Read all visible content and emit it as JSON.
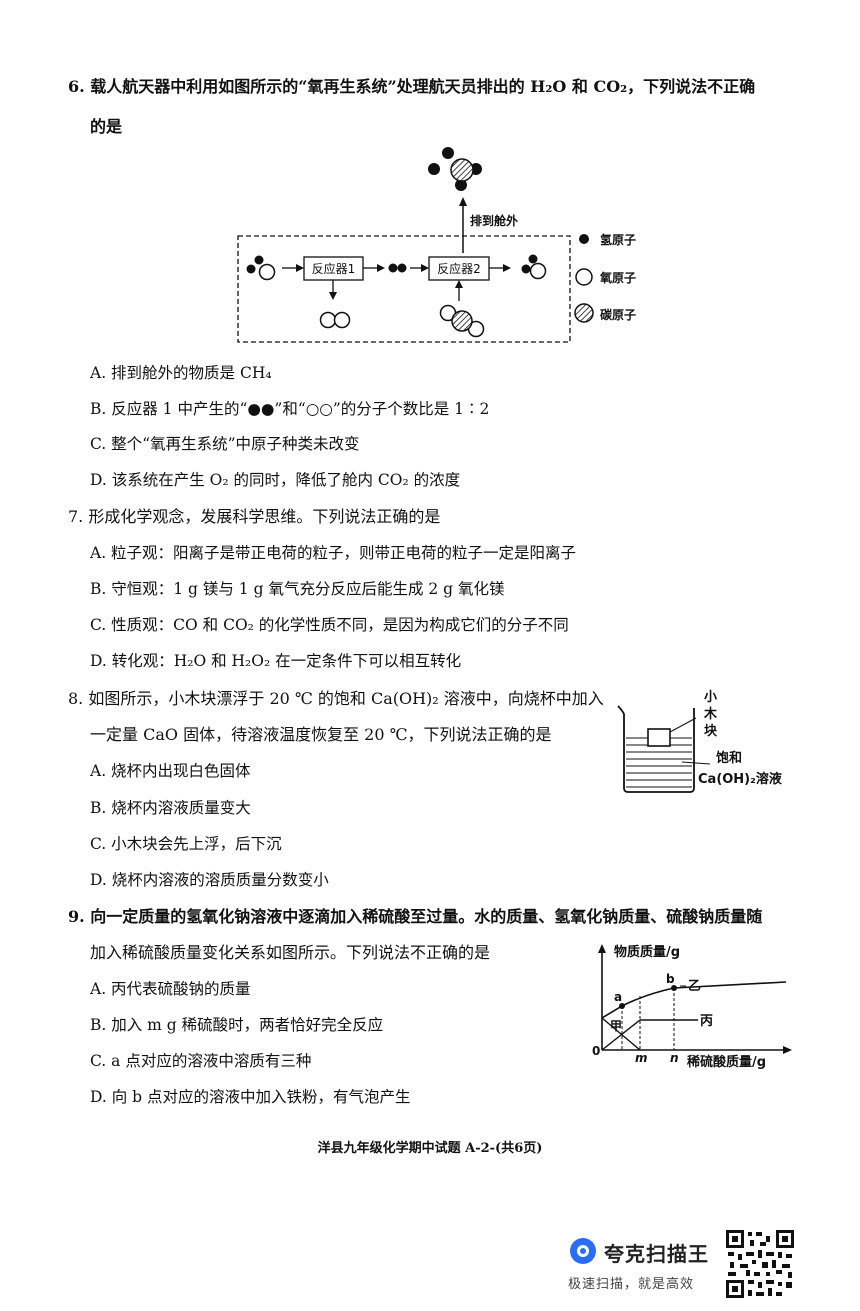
{
  "q6": {
    "stem_line1": "6. 载人航天器中利用如图所示的“氧再生系统”处理航天员排出的 H₂O 和 CO₂，下列说法不正确",
    "stem_line2": "的是",
    "diagram": {
      "exhaust_label": "排到舱外",
      "reactor1": "反应器1",
      "reactor2": "反应器2",
      "legend_h": "氢原子",
      "legend_o": "氧原子",
      "legend_c": "碳原子"
    },
    "options": [
      "A. 排到舱外的物质是 CH₄",
      "B. 反应器 1 中产生的“●●”和“○○”的分子个数比是 1∶2",
      "C. 整个“氧再生系统”中原子种类未改变",
      "D. 该系统在产生 O₂ 的同时，降低了舱内 CO₂ 的浓度"
    ]
  },
  "q7": {
    "stem": "7. 形成化学观念，发展科学思维。下列说法正确的是",
    "options": [
      "A. 粒子观：阳离子是带正电荷的粒子，则带正电荷的粒子一定是阳离子",
      "B. 守恒观：1 g 镁与 1 g 氧气充分反应后能生成 2 g 氧化镁",
      "C. 性质观：CO 和 CO₂ 的化学性质不同，是因为构成它们的分子不同",
      "D. 转化观：H₂O 和 H₂O₂ 在一定条件下可以相互转化"
    ]
  },
  "q8": {
    "stem_line1": "8. 如图所示，小木块漂浮于 20 ℃ 的饱和 Ca(OH)₂ 溶液中，向烧杯中加入",
    "stem_line2": "一定量 CaO 固体，待溶液温度恢复至 20 ℃，下列说法正确的是",
    "diagram": {
      "label_block_1": "小",
      "label_block_2": "木",
      "label_block_3": "块",
      "label_solution_1": "饱和",
      "label_solution_2": "Ca(OH)₂溶液"
    },
    "options": [
      "A. 烧杯内出现白色固体",
      "B. 烧杯内溶液质量变大",
      "C. 小木块会先上浮，后下沉",
      "D. 烧杯内溶液的溶质质量分数变小"
    ]
  },
  "q9": {
    "stem_line1": "9. 向一定质量的氢氧化钠溶液中逐滴加入稀硫酸至过量。水的质量、氢氧化钠质量、硫酸钠质量随",
    "stem_line2": "加入稀硫酸质量变化关系如图所示。下列说法不正确的是",
    "graph": {
      "ylabel": "物质质量/g",
      "xlabel": "稀硫酸质量/g",
      "origin": "0",
      "m": "m",
      "n": "n",
      "a": "a",
      "b": "b",
      "jia": "甲",
      "yi": "乙",
      "bing": "丙"
    },
    "options": [
      "A. 丙代表硫酸钠的质量",
      "B. 加入 m g 稀硫酸时，两者恰好完全反应",
      "C. a 点对应的溶液中溶质有三种",
      "D. 向 b 点对应的溶液中加入铁粉，有气泡产生"
    ]
  },
  "footer": "洋县九年级化学期中试题 A-2-(共6页)",
  "watermark": {
    "name": "夸克扫描王",
    "slogan": "极速扫描，就是高效"
  }
}
